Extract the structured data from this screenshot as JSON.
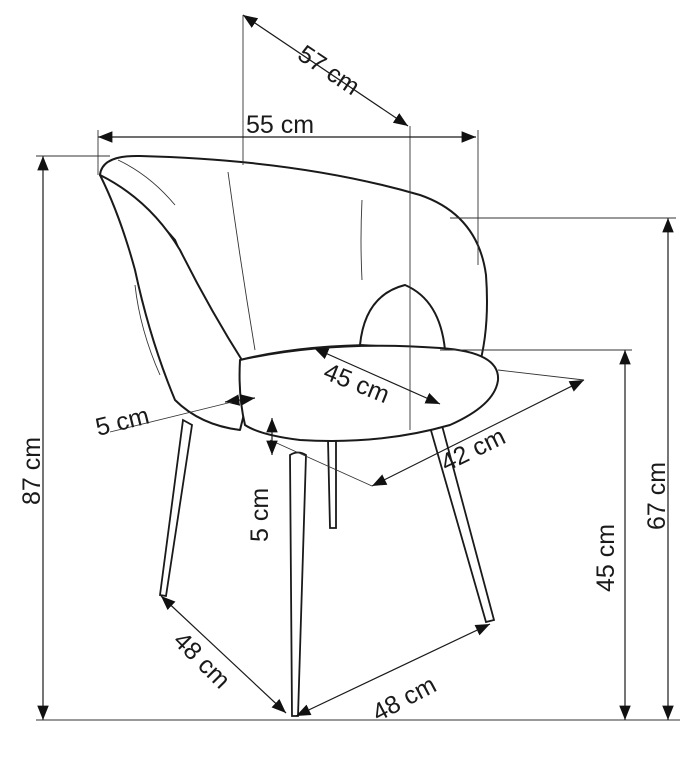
{
  "diagram": {
    "subject": "chair",
    "dimensions": {
      "depth_overall": "57 cm",
      "width_overall": "55 cm",
      "height_overall": "87 cm",
      "armrest_height": "67 cm",
      "seat_height": "45 cm",
      "seat_depth": "45 cm",
      "seat_width": "42 cm",
      "back_thickness": "5 cm",
      "seat_thickness": "5 cm",
      "leg_span_side": "48 cm",
      "leg_span_front": "48 cm"
    }
  }
}
